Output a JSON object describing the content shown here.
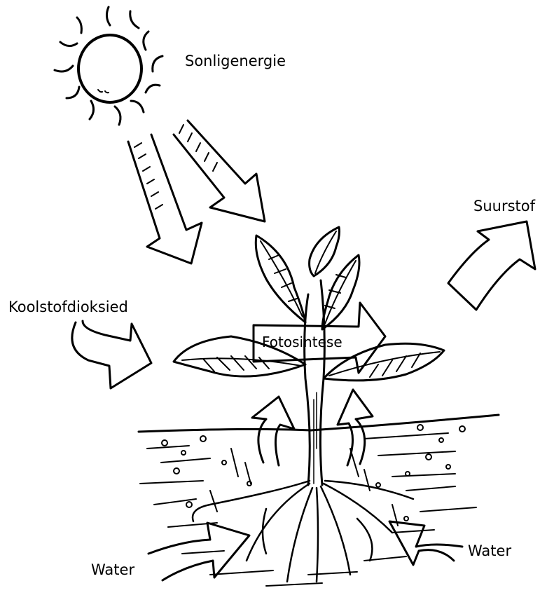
{
  "labels": {
    "sunlight": "Sonligenergie",
    "carbon_dioxide": "Koolstofdioksied",
    "oxygen": "Suurstof",
    "photosynthesis": "Fotosintese",
    "water_left": "Water",
    "water_right": "Water"
  },
  "colors": {
    "ink": "#000000",
    "paper": "#ffffff"
  }
}
